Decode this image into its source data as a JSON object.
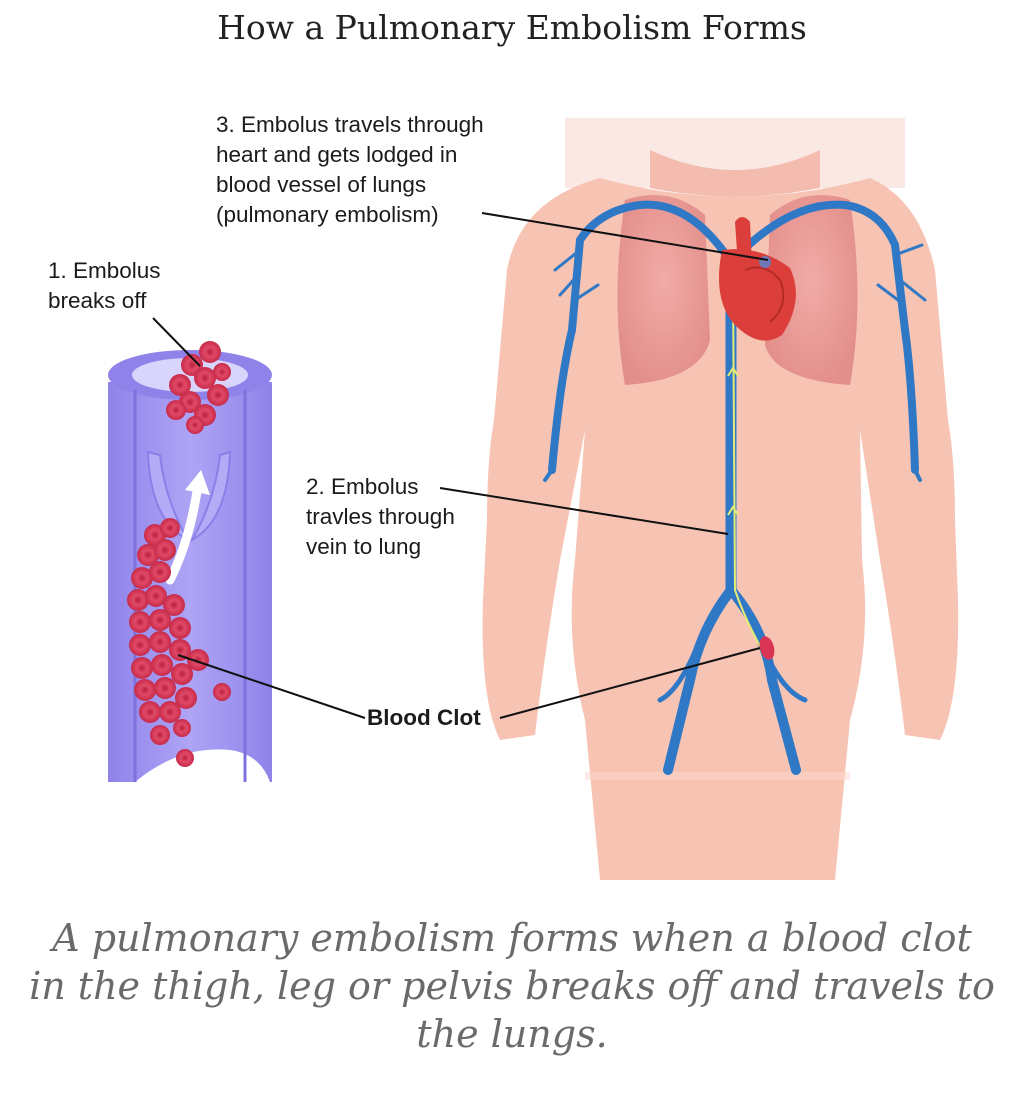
{
  "title": "How a Pulmonary Embolism Forms",
  "labels": {
    "step1": [
      "1. Embolus",
      "breaks off"
    ],
    "step2": [
      "2. Embolus",
      "travles through",
      "vein to lung"
    ],
    "step3": [
      "3. Embolus travels through",
      "heart and gets lodged in",
      "blood vessel of lungs",
      "(pulmonary embolism)"
    ],
    "clot": "Blood Clot"
  },
  "caption": [
    "A pulmonary embolism forms when a blood clot",
    "in the thigh, leg or pelvis breaks off and travels to",
    "the lungs."
  ],
  "colors": {
    "skin": "#f7c3b3",
    "vein": "#2f78c6",
    "vessel": "#9b8ff0",
    "clot": "#d93454",
    "lung": "#ec9a96",
    "heart": "#dc3f3b",
    "path": "#e5ec74"
  }
}
